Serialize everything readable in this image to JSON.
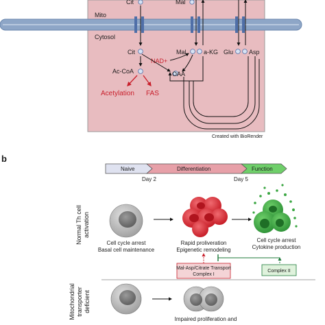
{
  "panel_a": {
    "mito_label": "Mito",
    "cytosol_label": "Cytosol",
    "cit_top": "Cit",
    "mal_top": "Mal",
    "cit": "Cit",
    "mal": "Mal",
    "akg": "a-KG",
    "glu": "Glu",
    "asp": "Asp",
    "nad": "NAD+",
    "accoa": "Ac-CoA",
    "oaa": "OAA",
    "acetylation": "Acetylation",
    "fas": "FAS",
    "credit": "Created with BioRender",
    "colors": {
      "panel_bg": "#e8bcc0",
      "membrane": "#8ea6c7",
      "red_text": "#c81e2a",
      "transporter": "#4f6fa8"
    }
  },
  "panel_b": {
    "label": "b",
    "timeline": {
      "naive": "Naive",
      "differentiation": "Differentiation",
      "function": "Function",
      "day2": "Day 2",
      "day5": "Day 5",
      "colors": {
        "naive": "#dfe2f0",
        "differentiation": "#e7a0a8",
        "function": "#6fcf6a"
      }
    },
    "normal_label_line1": "Normal Th cell",
    "normal_label_line2": "activation",
    "cell1_line1": "Cell cycle arrest",
    "cell1_line2": "Basal cell maintenance",
    "cell2_line1": "Rapid proliveration",
    "cell2_line2": "Epigenetic remodeling",
    "cell3_line1": "Cell cycle arrest",
    "cell3_line2": "Cytokine production",
    "box_red_line1": "Mal-Asp/Citrate Transport",
    "box_red_line2": "Complex I",
    "box_green": "Complex II",
    "deficient_line1": "Mitochondrial",
    "deficient_line2": "transporter",
    "deficient_line3": "deficient",
    "impaired_line1": "Impaired proliferation and",
    "colors": {
      "red_cell": "#d8202c",
      "green_cell": "#2e9e3a",
      "grey_cell": "#9a9a9a"
    }
  }
}
